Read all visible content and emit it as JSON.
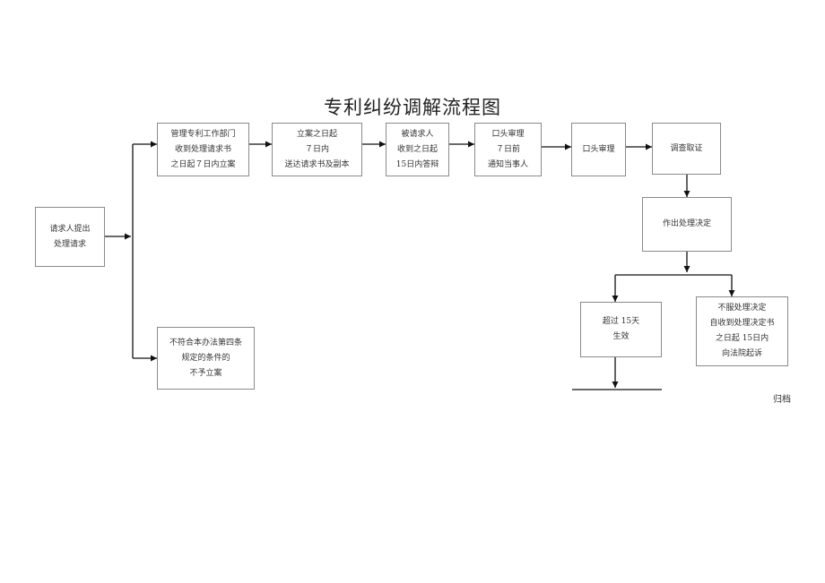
{
  "title": "专利纠纷调解流程图",
  "nodes": {
    "request": [
      "请求人提出",
      "处理请求"
    ],
    "accept": [
      "管理专利工作部门",
      "收到处理请求书",
      "之日起７日内立案"
    ],
    "filing": [
      "立案之日起",
      "７日内",
      "送达请求书及副本"
    ],
    "respondent": [
      "被请求人",
      "收到之日起",
      "15日内答辩"
    ],
    "notify": [
      "口头审理",
      "７日前",
      "通知当事人"
    ],
    "oral_hearing": [
      "口头审理"
    ],
    "investigation": [
      "调查取证"
    ],
    "decision": [
      "作出处理决定"
    ],
    "effective": [
      "超过 15天",
      "生效"
    ],
    "appeal": [
      "不服处理决定",
      "自收到处理决定书",
      "之日起 15日内",
      "向法院起诉"
    ],
    "reject": [
      "不符合本办法第四条",
      "规定的条件的",
      "不予立案"
    ]
  },
  "archive": "归档"
}
